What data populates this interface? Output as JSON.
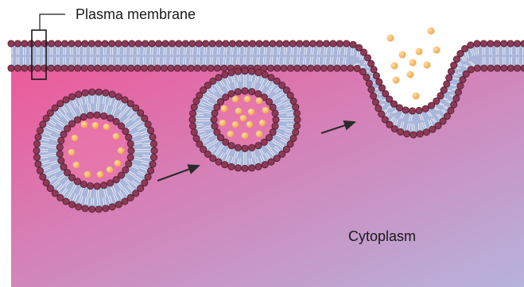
{
  "labels": {
    "plasma_membrane": "Plasma membrane",
    "cytoplasm": "Cytoplasm"
  },
  "colors": {
    "cytoplasm_top_left": "#ec5a9a",
    "cytoplasm_bottom_right": "#b6b3dc",
    "bilayer_core": "#a9b6d9",
    "tail_lines": "#eef0f8",
    "head_fill": "#8c3a56",
    "head_stroke": "#5a1f33",
    "cargo": "#f2a043",
    "arrow": "#2a2a2a"
  },
  "stages": [
    "vesicle-approaching",
    "vesicle-docking",
    "fusion-release"
  ]
}
